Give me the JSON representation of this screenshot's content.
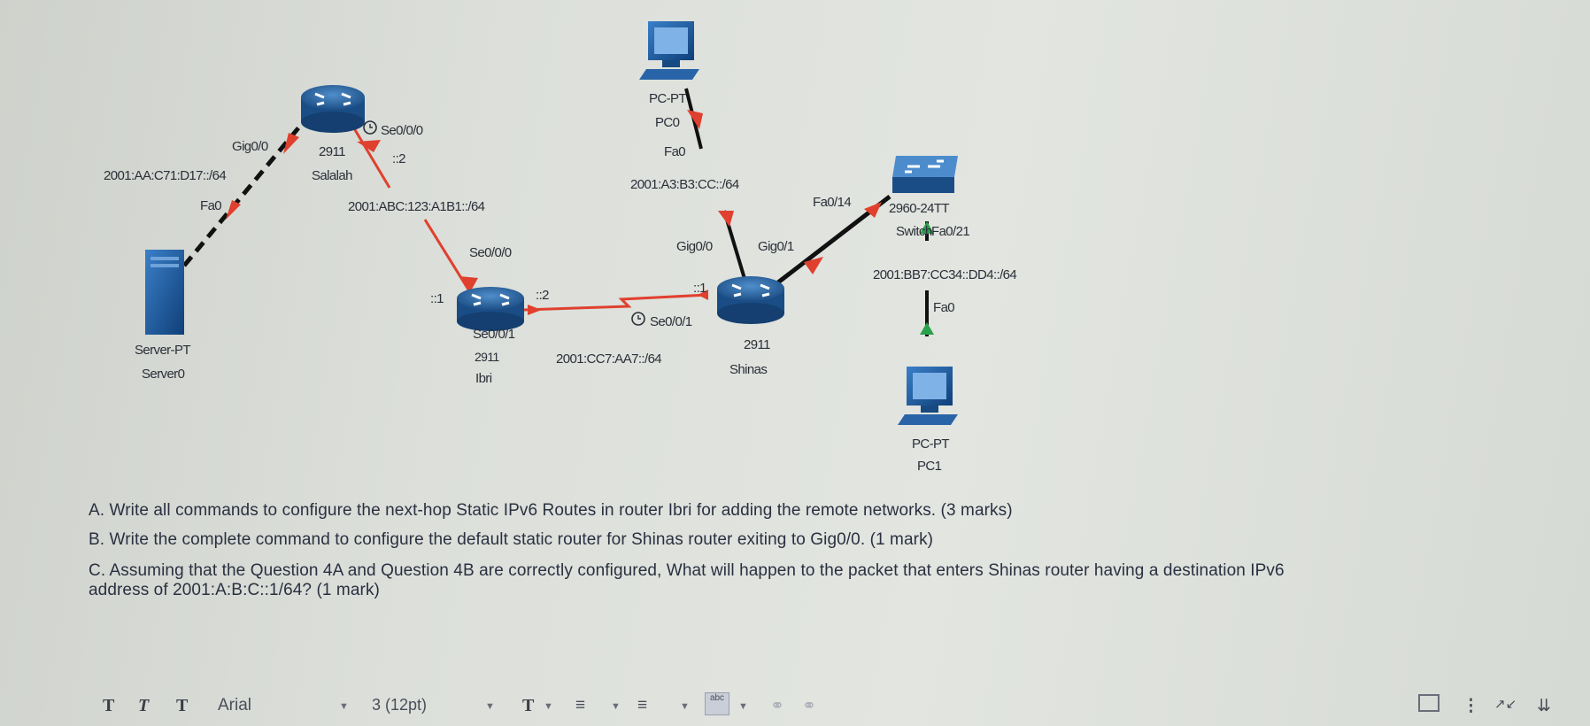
{
  "diagram": {
    "devices": {
      "server": {
        "type": "Server-PT",
        "name": "Server0"
      },
      "salalah": {
        "model": "2911",
        "name": "Salalah"
      },
      "ibri": {
        "model": "2911",
        "name": "Ibri"
      },
      "shinas": {
        "model": "2911",
        "name": "Shinas"
      },
      "pc0": {
        "type": "PC-PT",
        "name": "PC0"
      },
      "switch": {
        "model": "2960-24TT",
        "name": "Switch"
      },
      "pc1": {
        "type": "PC-PT",
        "name": "PC1"
      }
    },
    "labels": {
      "server_fa0": "Fa0",
      "salalah_gig00": "Gig0/0",
      "salalah_se000": "Se0/0/0",
      "salalah_host": "::2",
      "net_server": "2001:AA:C71:D17::/64",
      "net_salalah_ibri": "2001:ABC:123:A1B1::/64",
      "ibri_se000": "Se0/0/0",
      "ibri_host_1": "::1",
      "ibri_host_2": "::2",
      "ibri_se001": "Se0/0/1",
      "net_ibri_shinas": "2001:CC7:AA7::/64",
      "shinas_se001": "Se0/0/1",
      "shinas_host": "::1",
      "shinas_gig00": "Gig0/0",
      "shinas_gig01": "Gig0/1",
      "pc0_fa0": "Fa0",
      "net_pc0": "2001:A3:B3:CC::/64",
      "switch_fa014": "Fa0/14",
      "switch_fa021": "Fa0/21",
      "net_pc1": "2001:BB7:CC34::DD4::/64",
      "pc1_fa0": "Fa0"
    }
  },
  "questions": {
    "a": "A. Write all commands to configure the next-hop Static IPv6 Routes in router Ibri for adding the remote networks.  (3 marks)",
    "b": "B. Write the complete command to configure the default static router for Shinas router exiting to Gig0/0. (1 mark)",
    "c_line1": "C. Assuming that the Question 4A and Question 4B are correctly configured, What will happen to the packet that enters Shinas router having a destination IPv6",
    "c_line2": "address of 2001:A:B:C::1/64? (1 mark)"
  },
  "toolbar": {
    "font_family": "Arial",
    "font_size": "3 (12pt)",
    "icons": [
      "text-style-icon",
      "text-color-icon",
      "text-highlight-icon",
      "font-color-icon",
      "unordered-list-icon",
      "ordered-list-icon",
      "spellcheck-icon",
      "link-icon",
      "unlink-icon",
      "expand-icon",
      "more-icon",
      "fullscreen-icon",
      "collapse-icon"
    ]
  },
  "colors": {
    "link_serial": "#e0402e",
    "link_copper": "#111111",
    "device_blue": "#1f5f9e",
    "link_up": "#2aa04a"
  }
}
